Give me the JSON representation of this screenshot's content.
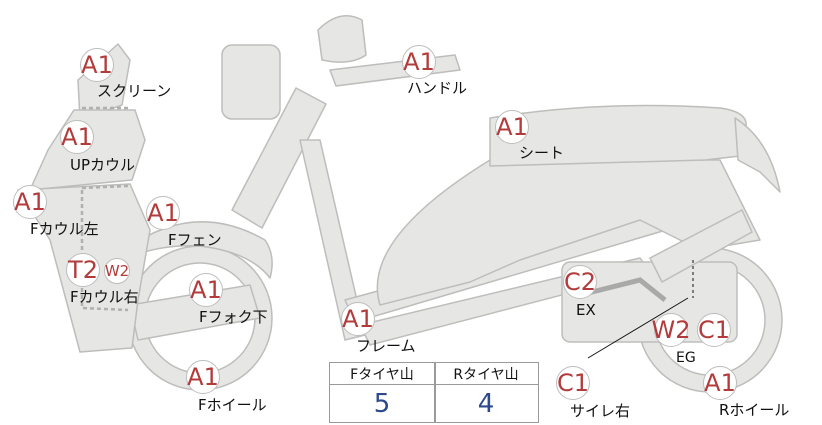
{
  "parts": [
    {
      "id": "screen",
      "code": "A1",
      "label": "スクリーン"
    },
    {
      "id": "up-cowl",
      "code": "A1",
      "label": "UPカウル"
    },
    {
      "id": "f-cowl-left",
      "code": "A1",
      "label": "Fカウル左"
    },
    {
      "id": "f-cowl-right",
      "code": "T2",
      "code2": "W2",
      "label": "Fカウル右"
    },
    {
      "id": "f-fender",
      "code": "A1",
      "label": "Fフェン"
    },
    {
      "id": "f-fork-lower",
      "code": "A1",
      "label": "Fフォク下"
    },
    {
      "id": "f-wheel",
      "code": "A1",
      "label": "Fホイール"
    },
    {
      "id": "handle",
      "code": "A1",
      "label": "ハンドル"
    },
    {
      "id": "seat",
      "code": "A1",
      "label": "シート"
    },
    {
      "id": "frame",
      "code": "A1",
      "label": "フレーム"
    },
    {
      "id": "ex",
      "code": "C2",
      "label": "EX"
    },
    {
      "id": "eg",
      "code": "W2",
      "code2": "C1",
      "label": "EG"
    },
    {
      "id": "silencer-right",
      "code": "C1",
      "label": "サイレ右"
    },
    {
      "id": "r-wheel",
      "code": "A1",
      "label": "Rホイール"
    }
  ],
  "tread_table": {
    "front_header": "Fタイヤ山",
    "rear_header": "Rタイヤ山",
    "front_value": "5",
    "rear_value": "4"
  },
  "colors": {
    "badge_text": "#b23b3b",
    "tread_value": "#2c4a8a",
    "body_fill": "#e6e6e4",
    "outline": "#bdbdbb"
  }
}
